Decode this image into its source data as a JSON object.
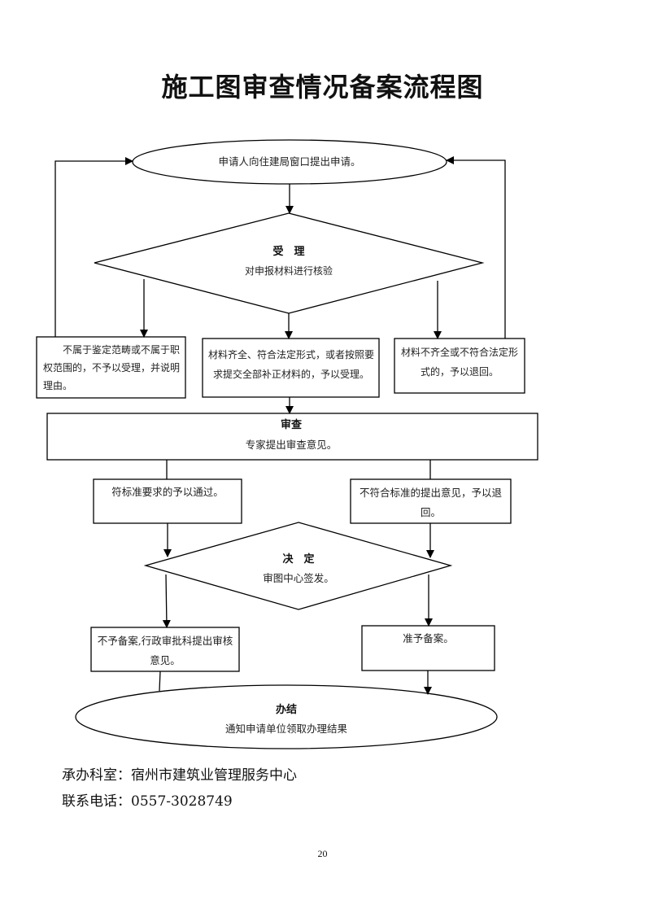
{
  "title": "施工图审查情况备案流程图",
  "nodes": {
    "apply": {
      "text": "申请人向住建局窗口提出申请。"
    },
    "accept": {
      "heading": "受　理",
      "text": "对申报材料进行核验"
    },
    "reject_scope": {
      "text": "不属于鉴定范畴或不属于职权范围的，不予以受理，并说明理由。"
    },
    "accept_ok": {
      "text": "材料齐全、符合法定形式，或者按照要求提交全部补正材料的，予以受理。"
    },
    "return_incomplete": {
      "text": "材料不齐全或不符合法定形式的，予以退回。"
    },
    "review": {
      "heading": "审查",
      "text": "专家提出审查意见。"
    },
    "pass": {
      "text": "符标准要求的予以通过。"
    },
    "fail": {
      "text": "不符合标准的提出意见，予以退回。"
    },
    "decide": {
      "heading": "决　定",
      "text": "审图中心签发。"
    },
    "no_record": {
      "text": "不予备案,行政审批科提出审核意见。"
    },
    "record": {
      "text": "准予备案。"
    },
    "finish": {
      "heading": "办结",
      "text": "通知申请单位领取办理结果"
    }
  },
  "footer": {
    "office_label": "承办科室：",
    "office_value": "宿州市建筑业管理服务中心",
    "phone_label": "联系电话：",
    "phone_value": "0557-3028749"
  },
  "page_number": "20"
}
